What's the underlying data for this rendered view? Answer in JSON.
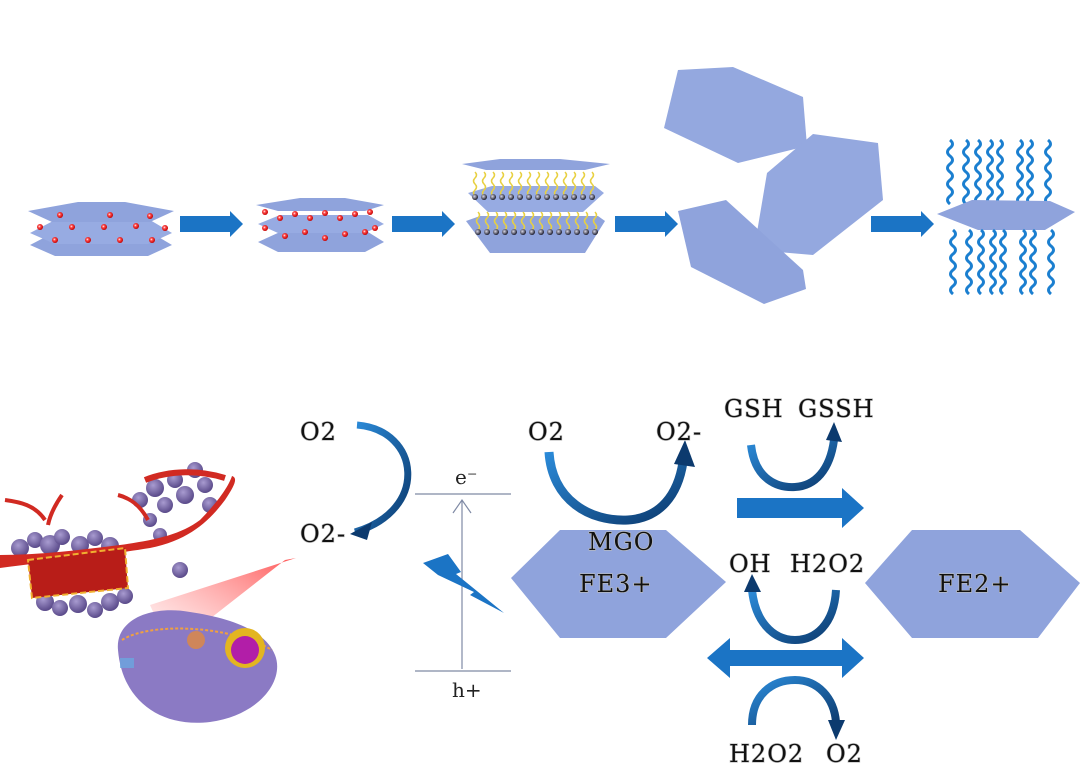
{
  "figure": {
    "top_panel": {
      "description": "Synthesis steps: layered sheets with particles, intercalation, exfoliation into single sheets, and polymer functionalization",
      "steps": [
        {
          "name": "layered-sheets-with-ions"
        },
        {
          "name": "expanded-layers-with-ions"
        },
        {
          "name": "intercalated-layers-with-chains"
        },
        {
          "name": "exfoliated-sheets"
        },
        {
          "name": "polymer-grafted-sheet"
        }
      ]
    },
    "bottom_panel": {
      "band_labels": {
        "conduction": "e⁻",
        "valence": "h+"
      },
      "left_cycle": {
        "from": "O2",
        "to": "O2-"
      },
      "mgo_cycle": {
        "from": "O2",
        "to": "O2-"
      },
      "center_hexagon": {
        "top_label": "MGO",
        "label": "FE3+"
      },
      "right_hexagon": {
        "label": "FE2+"
      },
      "gsh_pair": {
        "left": "GSH",
        "right": "GSSH"
      },
      "oh_pair": {
        "left": "OH",
        "right": "H2O2"
      },
      "h2o2_pair": {
        "left": "H2O2",
        "right": "O2"
      }
    },
    "colors": {
      "sheet": "#8fa3dc",
      "arrow": "#1b74c5",
      "arrow_dark": "#0c3a6e",
      "line": "#7f8aa5",
      "vessel": "#d12a22",
      "cluster": "#7d6aa8"
    }
  }
}
